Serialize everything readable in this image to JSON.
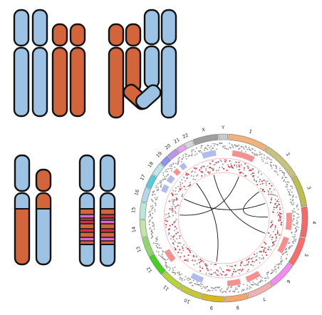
{
  "colors": {
    "blue": "#9cc3e4",
    "orange": "#d2663a",
    "outline": "#111111",
    "band_red": "#d0314a",
    "band_magenta": "#d967d6",
    "gain": "#f26b6b",
    "loss": "#9aa4e6",
    "neutral_points": "#8a8a8a"
  },
  "panels": {
    "top_left": {
      "chromosomes": [
        {
          "upper": "blue",
          "lower": "blue"
        },
        {
          "upper": "blue",
          "lower": "blue"
        },
        {
          "upper": "orange",
          "lower": "orange"
        },
        {
          "upper": "orange",
          "lower": "orange"
        }
      ]
    },
    "top_right": {
      "chromosomes": [
        {
          "upper": "orange",
          "lower": "orange"
        },
        {
          "upper": "orange",
          "lower": "orange",
          "broken_arm": true
        },
        {
          "upper": "blue",
          "lower": "blue"
        },
        {
          "upper": "blue",
          "lower": "blue"
        }
      ]
    },
    "bottom_left": {
      "chromosomes": [
        {
          "upper": "blue",
          "lower": "orange"
        },
        {
          "upper": "orange",
          "lower": "blue"
        }
      ]
    },
    "bottom_middle": {
      "chromosomes": [
        {
          "upper": "blue",
          "lower": "blue",
          "bands": [
            "magenta",
            "red",
            "red",
            "magenta"
          ]
        },
        {
          "upper": "blue",
          "lower": "blue",
          "bands": [
            "red",
            "magenta",
            "red",
            "magenta"
          ]
        }
      ]
    }
  },
  "circos": {
    "chromosomes": [
      {
        "label": "1",
        "color": "#f2b27e",
        "size": 249
      },
      {
        "label": "2",
        "color": "#c7c37f",
        "size": 243
      },
      {
        "label": "3",
        "color": "#bdbd4e",
        "size": 198
      },
      {
        "label": "4",
        "color": "#f26b6b",
        "size": 191
      },
      {
        "label": "5",
        "color": "#ff6b6b",
        "size": 181
      },
      {
        "label": "6",
        "color": "#f58bf0",
        "size": 171
      },
      {
        "label": "7",
        "color": "#f3b0b0",
        "size": 159
      },
      {
        "label": "8",
        "color": "#f3a86a",
        "size": 146
      },
      {
        "label": "9",
        "color": "#d8b81a",
        "size": 141
      },
      {
        "label": "10",
        "color": "#c6c83a",
        "size": 136
      },
      {
        "label": "11",
        "color": "#b6d43a",
        "size": 135
      },
      {
        "label": "12",
        "color": "#43d21d",
        "size": 134
      },
      {
        "label": "13",
        "color": "#8fd76a",
        "size": 115
      },
      {
        "label": "14",
        "color": "#c2e6a6",
        "size": 107
      },
      {
        "label": "15",
        "color": "#b7e9d7",
        "size": 102
      },
      {
        "label": "16",
        "color": "#b6d6ee",
        "size": 90
      },
      {
        "label": "17",
        "color": "#53cde0",
        "size": 81
      },
      {
        "label": "18",
        "color": "#bde7ef",
        "size": 78
      },
      {
        "label": "19",
        "color": "#8d92f0",
        "size": 59
      },
      {
        "label": "20",
        "color": "#b997ea",
        "size": 63
      },
      {
        "label": "21",
        "color": "#e7a6f0",
        "size": 48
      },
      {
        "label": "22",
        "color": "#d7d7d7",
        "size": 51
      },
      {
        "label": "X",
        "color": "#9e9e9e",
        "size": 155
      },
      {
        "label": "Y",
        "color": "#c9c9c9",
        "size": 57
      }
    ],
    "links": [
      {
        "from": [
          "X",
          0.5
        ],
        "to": [
          "5",
          0.3
        ]
      },
      {
        "from": [
          "20",
          0.5
        ],
        "to": [
          "9",
          0.6
        ]
      },
      {
        "from": [
          "2",
          0.8
        ],
        "to": [
          "4",
          0.3
        ]
      },
      {
        "from": [
          "17",
          0.4
        ],
        "to": [
          "3",
          0.5
        ]
      },
      {
        "from": [
          "15",
          0.4
        ],
        "to": [
          "1",
          0.6
        ]
      }
    ]
  }
}
